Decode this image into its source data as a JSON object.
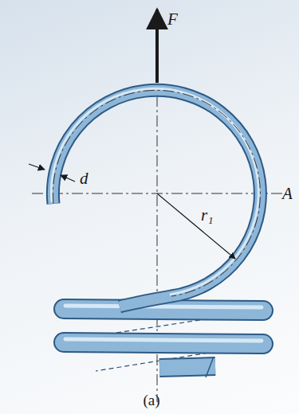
{
  "diagram": {
    "caption": "(a)",
    "labels": [
      "F",
      "d",
      "A",
      "r₁"
    ]
  }
}
